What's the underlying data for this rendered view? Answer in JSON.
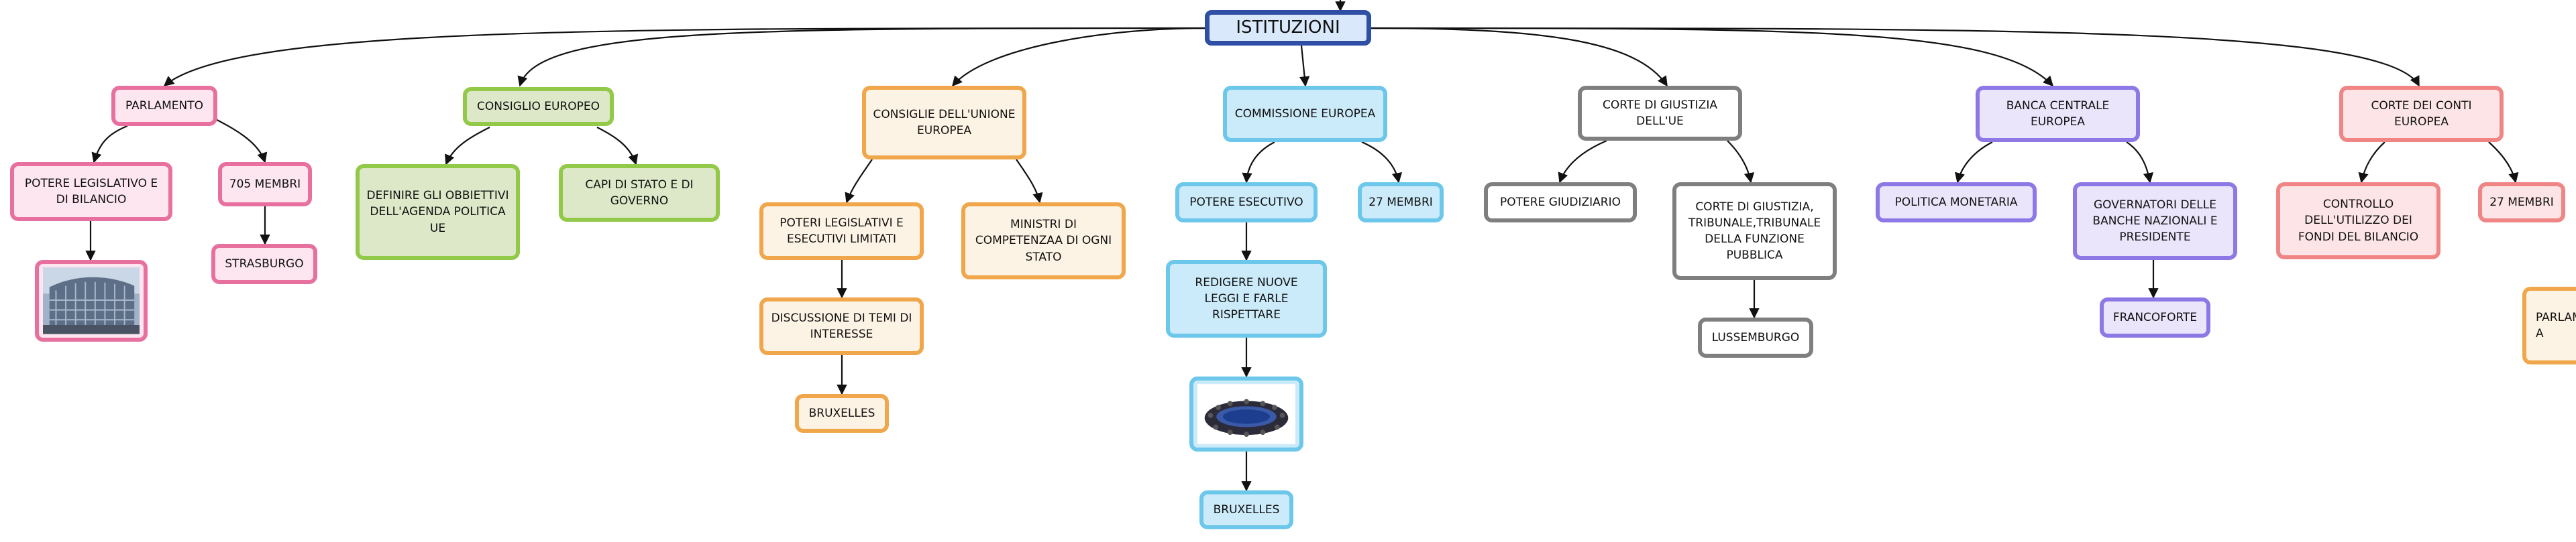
{
  "root": {
    "label": "ISTITUZIONI"
  },
  "branches": [
    {
      "label": "PARLAMENTO",
      "children": [
        "POTERE LEGISLATIVO E DI BILANCIO",
        "705 MEMBRI",
        "STRASBURGO"
      ],
      "image": "parliament-building-photo"
    },
    {
      "label": "CONSIGLIO EUROPEO",
      "children": [
        "DEFINIRE GLI OBBIETTIVI DELL'AGENDA POLITICA UE",
        "CAPI DI STATO E DI GOVERNO"
      ]
    },
    {
      "label": "CONSIGLIE DELL'UNIONE EUROPEA",
      "children": [
        "POTERI LEGISLATIVI E ESECUTIVI LIMITATI",
        "MINISTRI DI COMPETENZAA DI OGNI STATO",
        "DISCUSSIONE DI TEMI DI INTERESSE",
        "BRUXELLES"
      ]
    },
    {
      "label": "COMMISSIONE EUROPEA",
      "children": [
        "POTERE ESECUTIVO",
        "27 MEMBRI",
        "REDIGERE NUOVE LEGGI E FARLE RISPETTARE",
        "BRUXELLES"
      ],
      "image": "commission-meeting-table-photo"
    },
    {
      "label": "CORTE DI GIUSTIZIA DELL'UE",
      "children": [
        "POTERE GIUDIZIARIO",
        "CORTE DI GIUSTIZIA, TRIBUNALE,TRIBUNALE DELLA FUNZIONE PUBBLICA",
        "LUSSEMBURGO"
      ]
    },
    {
      "label": "BANCA CENTRALE EUROPEA",
      "children": [
        "POLITICA MONETARIA",
        "GOVERNATORI DELLE BANCHE NAZIONALI E PRESIDENTE",
        "FRANCOFORTE"
      ]
    },
    {
      "label": "CORTE DEI CONTI EUROPEA",
      "children": [
        "CONTROLLO DELL'UTILIZZO DEI FONDI DEL BILANCIO",
        "27 MEMBRI",
        "PARLAM A"
      ]
    }
  ],
  "colors": {
    "root": "#2f4ea5",
    "parlamento": "#e8709e",
    "consiglio_europeo": "#93c949",
    "consiglio_ue": "#f0a64a",
    "commissione": "#6cc7ea",
    "corte_giustizia": "#7f7f7f",
    "bce": "#8e78e5",
    "corte_conti": "#f08585"
  }
}
